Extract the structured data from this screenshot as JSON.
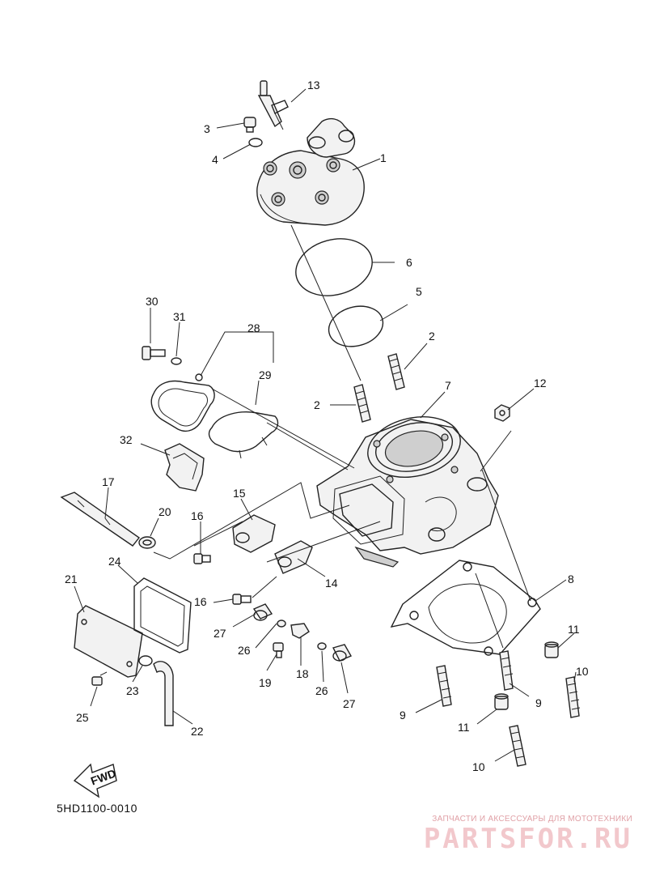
{
  "diagram": {
    "code": "5HD1100-0010",
    "fwd_label": "FWD",
    "callouts": [
      "1",
      "2",
      "2",
      "3",
      "4",
      "5",
      "6",
      "7",
      "8",
      "9",
      "9",
      "10",
      "10",
      "11",
      "11",
      "12",
      "13",
      "14",
      "15",
      "16",
      "16",
      "17",
      "18",
      "19",
      "20",
      "21",
      "22",
      "23",
      "24",
      "25",
      "26",
      "26",
      "27",
      "27",
      "28",
      "29",
      "30",
      "31",
      "32"
    ]
  },
  "watermark": {
    "tagline": "ЗАПЧАСТИ И АКСЕССУАРЫ ДЛЯ МОТОТЕХНИКИ",
    "brand": "PARTSFOR.RU",
    "color": "#e79aa2"
  },
  "colors": {
    "line": "#222222",
    "background": "#ffffff"
  }
}
